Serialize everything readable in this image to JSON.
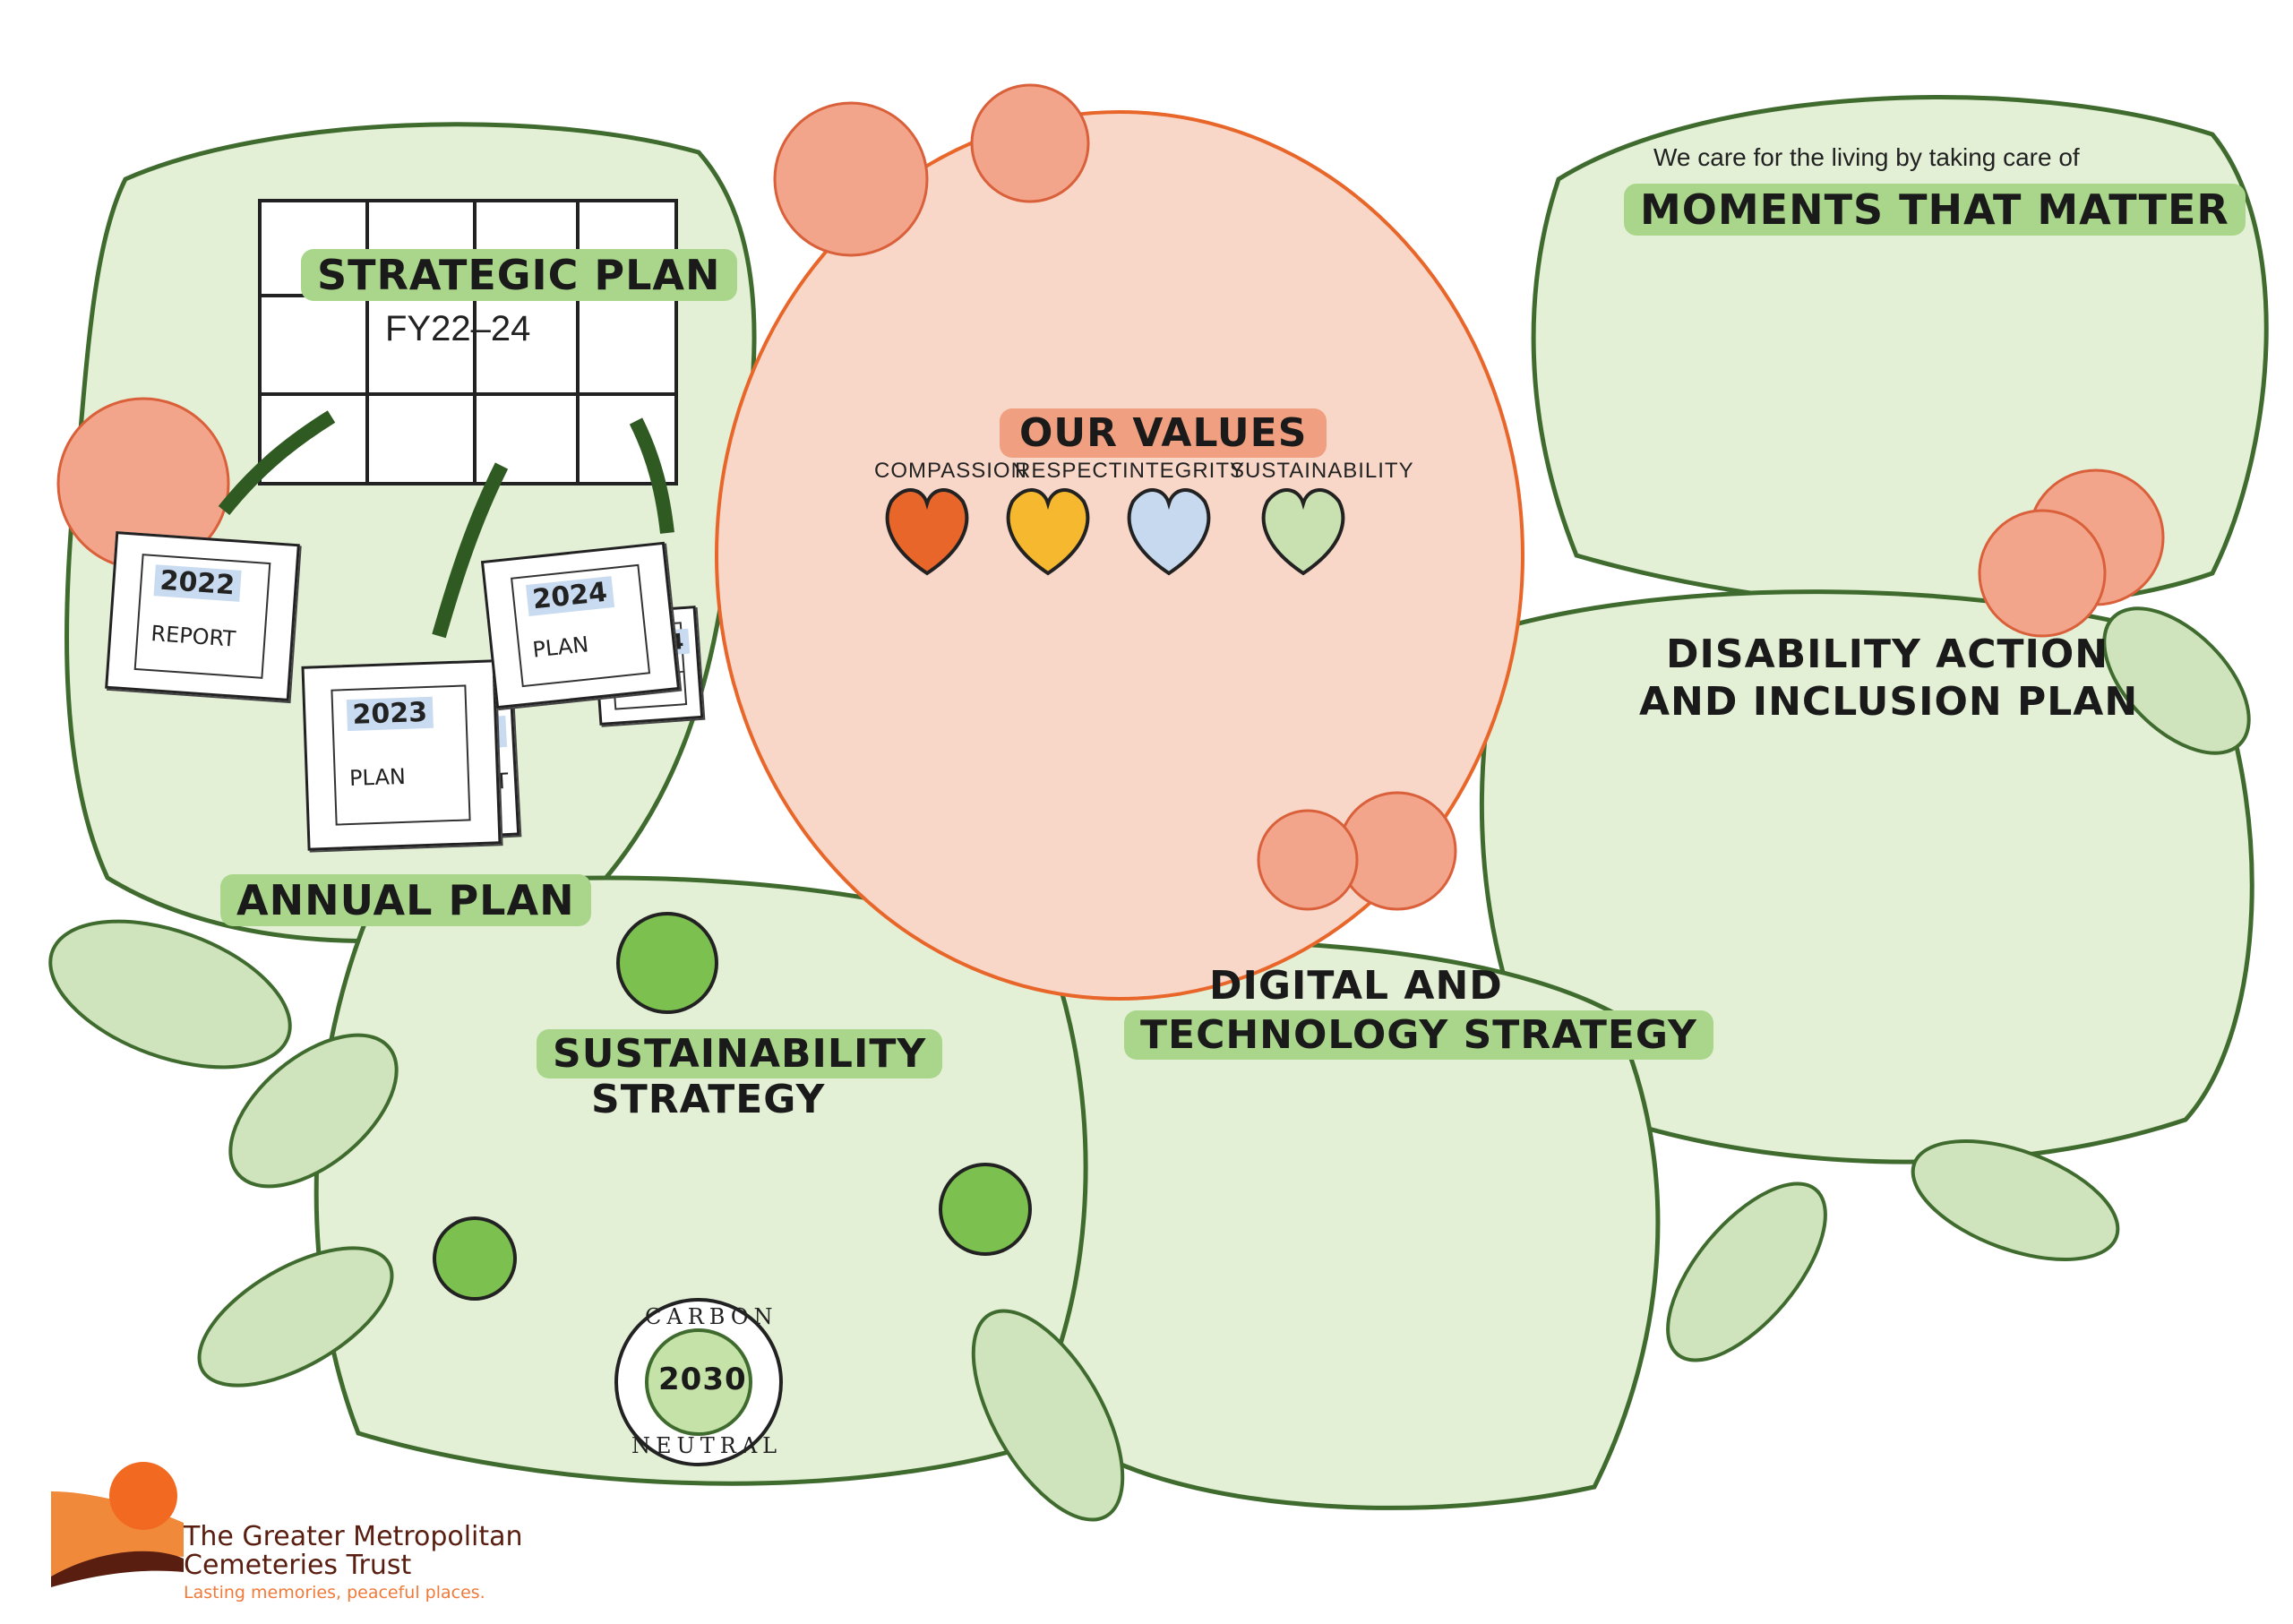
{
  "strategic_plan": {
    "title": "STRATEGIC PLAN",
    "period": "FY22–24"
  },
  "reports": [
    {
      "year": "2022",
      "kind": "REPORT"
    },
    {
      "year": "2023",
      "kind": "PLAN"
    },
    {
      "year": "2023",
      "kind": "REPORT"
    },
    {
      "year": "2024",
      "kind": "PLAN"
    },
    {
      "year": "2024",
      "kind": "REPORT"
    }
  ],
  "annual_plan": {
    "title": "ANNUAL PLAN"
  },
  "values": {
    "title": "OUR VALUES",
    "items": [
      {
        "label": "COMPASSION",
        "icon": "hands-heart-icon",
        "color": "#e8662a"
      },
      {
        "label": "RESPECT",
        "icon": "people-heart-icon",
        "color": "#f5b82e"
      },
      {
        "label": "INTEGRITY",
        "icon": "handshake-heart-icon",
        "color": "#c7d9ef"
      },
      {
        "label": "SUSTAINABILITY",
        "icon": "leaf-heart-icon",
        "color": "#c9e0b0"
      }
    ]
  },
  "moments": {
    "subtitle": "We care for the living by taking care of",
    "title": "MOMENTS THAT MATTER"
  },
  "disability": {
    "line1": "DISABILITY ACTION",
    "line2": "AND INCLUSION PLAN"
  },
  "digital": {
    "line1": "DIGITAL AND",
    "line2": "TECHNOLOGY STRATEGY"
  },
  "sustainability": {
    "line1": "SUSTAINABILITY",
    "line2": "STRATEGY"
  },
  "carbon_badge": {
    "top": "CARBON",
    "bottom": "NEUTRAL",
    "year": "2030"
  },
  "logo": {
    "line1": "The Greater Metropolitan",
    "line2": "Cemeteries Trust",
    "tagline": "Lasting memories, peaceful places."
  },
  "colors": {
    "leaf_green": "#e3f0d6",
    "outline_green": "#3f6b2e",
    "peach": "#f9d7c8",
    "accent_orange": "#e8662a",
    "highlight_green": "#a9d68a",
    "logo_brown": "#5a1e10"
  }
}
